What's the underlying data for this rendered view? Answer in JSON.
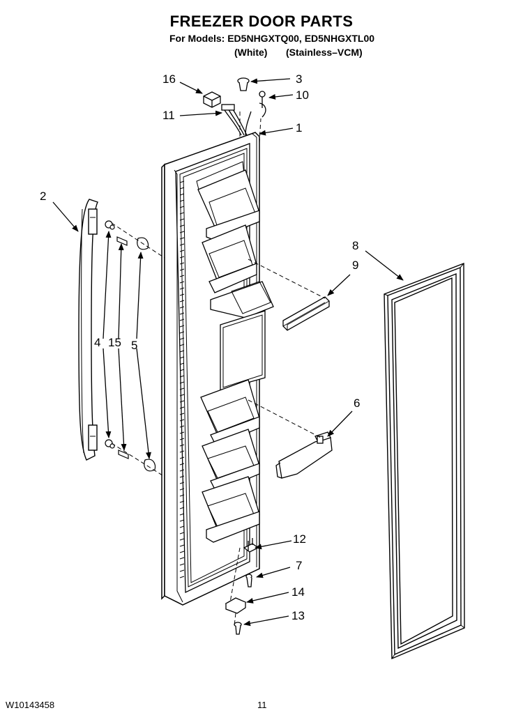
{
  "header": {
    "title": "FREEZER DOOR PARTS",
    "models_line": "For Models: ED5NHGXTQ00, ED5NHGXTL00",
    "variant_1": "(White)",
    "variant_2": "(Stainless–VCM)"
  },
  "callouts": [
    "16",
    "3",
    "10",
    "11",
    "1",
    "2",
    "8",
    "9",
    "4",
    "15",
    "5",
    "6",
    "12",
    "7",
    "14",
    "13"
  ],
  "footer": {
    "doc_number": "W10143458",
    "page_number": "11"
  }
}
